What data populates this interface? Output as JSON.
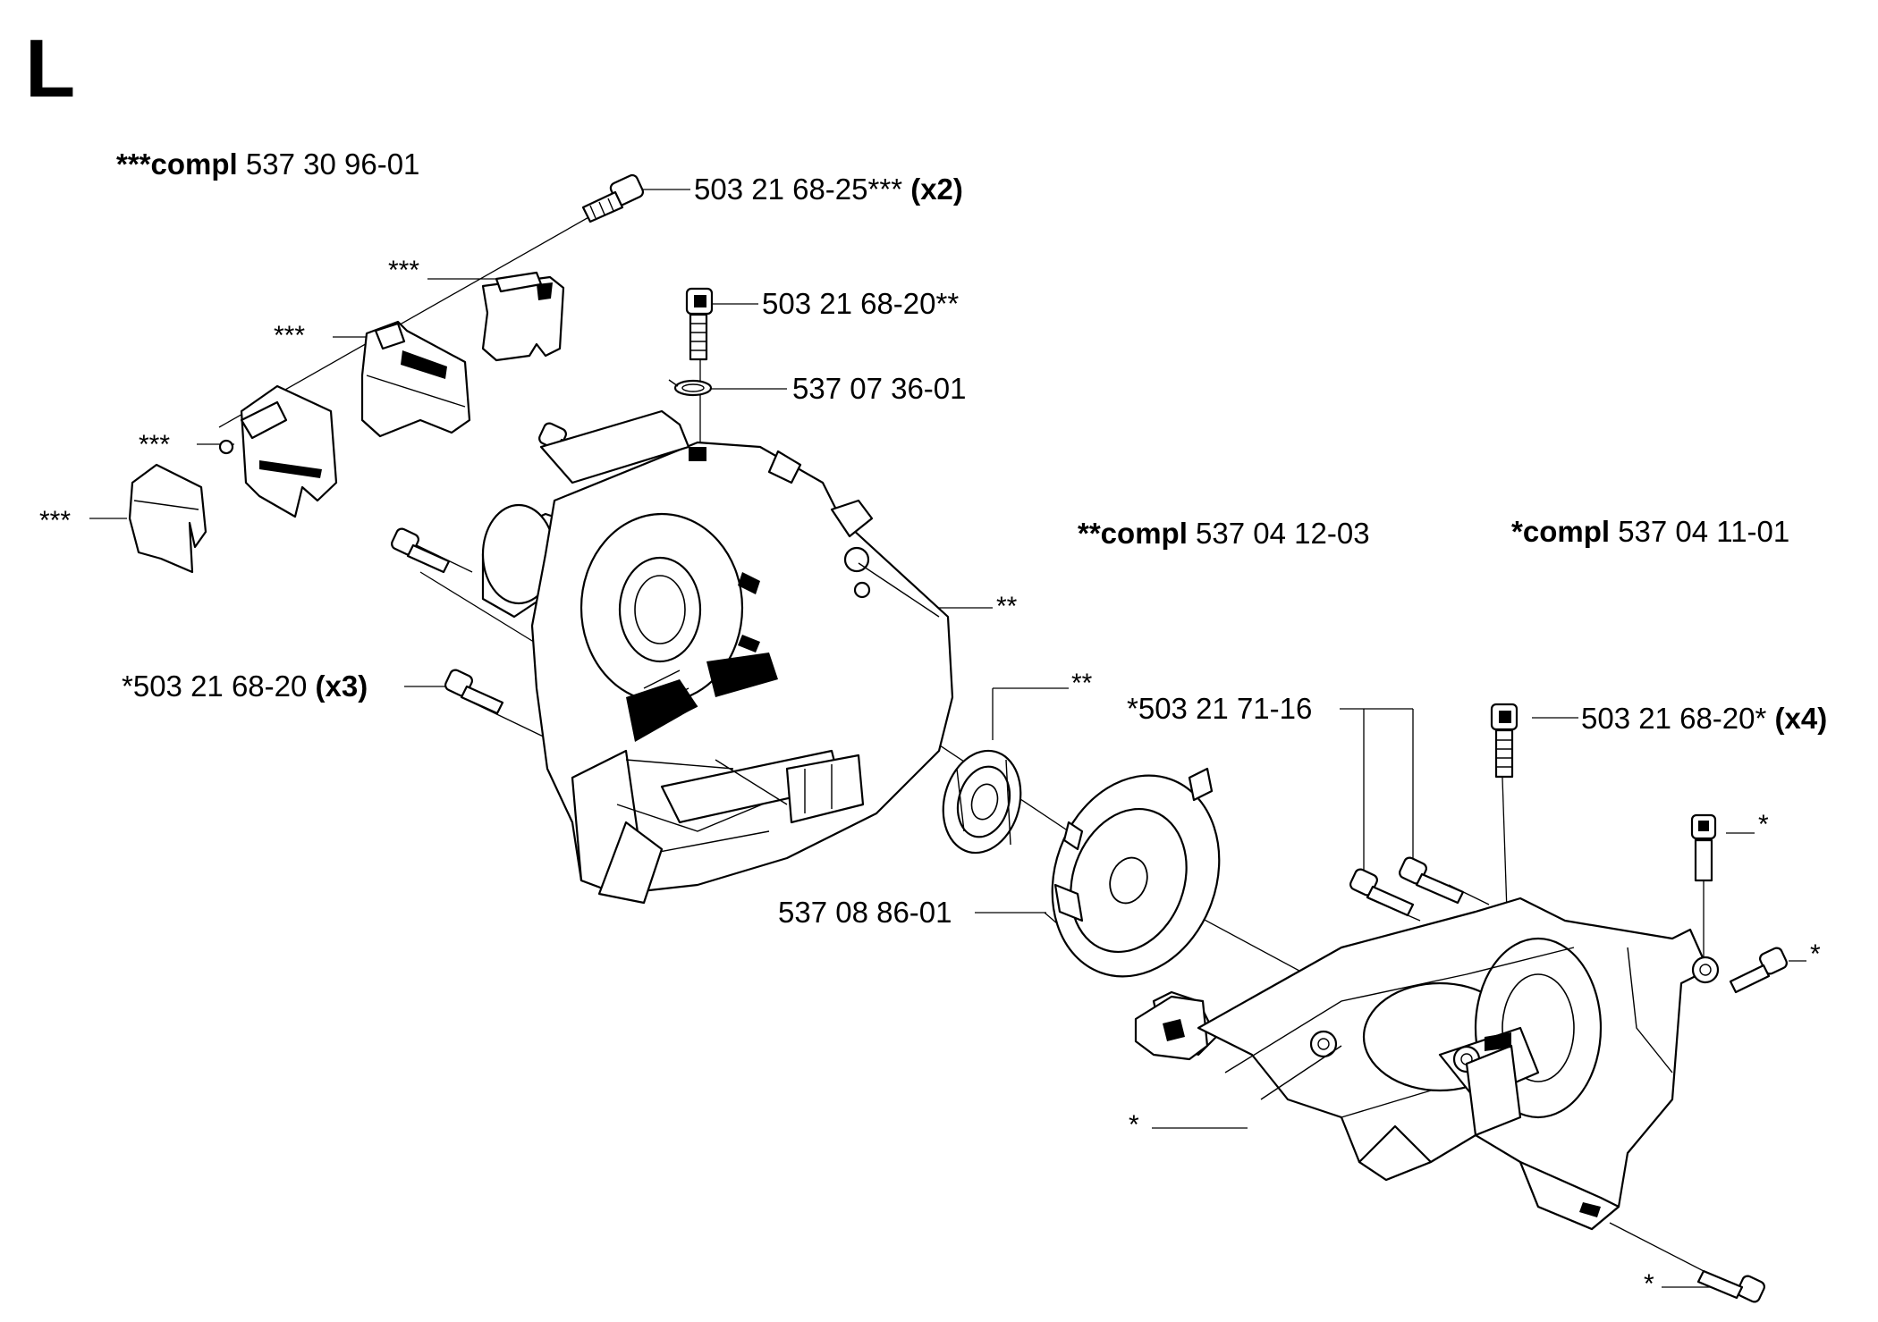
{
  "section_letter": "L",
  "kits": [
    {
      "prefix": "***compl",
      "number": "537 30 96-01"
    },
    {
      "prefix": "**compl",
      "number": "537 04 12-03"
    },
    {
      "prefix": "*compl",
      "number": "537 04 11-01"
    }
  ],
  "callouts": [
    {
      "text": "503 21 68-25***",
      "qty": "(x2)"
    },
    {
      "text": "503 21 68-20**",
      "qty": ""
    },
    {
      "text": "537 07 36-01",
      "qty": ""
    },
    {
      "text": "***",
      "qty": ""
    },
    {
      "text": "***",
      "qty": ""
    },
    {
      "text": "***",
      "qty": ""
    },
    {
      "text": "***",
      "qty": ""
    },
    {
      "text": "**",
      "qty": ""
    },
    {
      "text": "*503 21 68-20",
      "qty": "(x3)"
    },
    {
      "text": "**",
      "qty": ""
    },
    {
      "text": "*503 21 71-16",
      "qty": ""
    },
    {
      "text": "503 21 68-20*",
      "qty": "(x4)"
    },
    {
      "text": "*",
      "qty": ""
    },
    {
      "text": "537 08 86-01",
      "qty": ""
    },
    {
      "text": "*",
      "qty": ""
    },
    {
      "text": "*",
      "qty": ""
    },
    {
      "text": "*",
      "qty": ""
    }
  ]
}
